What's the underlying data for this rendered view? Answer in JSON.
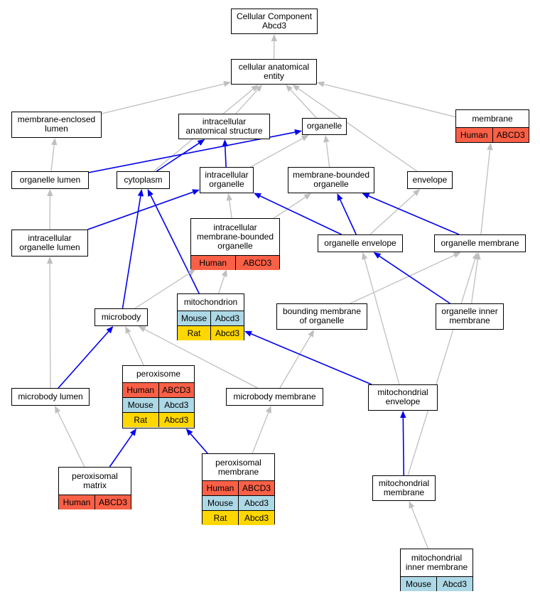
{
  "colors": {
    "human": "#fa6047",
    "mouse": "#add8e6",
    "rat": "#ffd700",
    "is_a_edge": "#bfbfbf",
    "part_of_edge": "#0000ee"
  },
  "nodes": {
    "root": {
      "label": "Cellular Component\nAbcd3"
    },
    "cae": {
      "label": "cellular anatomical\nentity"
    },
    "mel": {
      "label": "membrane-enclosed\nlumen"
    },
    "ias": {
      "label": "intracellular\nanatomical structure"
    },
    "organelle": {
      "label": "organelle"
    },
    "membrane": {
      "label": "membrane",
      "rows": [
        [
          "Human",
          "ABCD3"
        ]
      ]
    },
    "ol": {
      "label": "organelle lumen"
    },
    "cytoplasm": {
      "label": "cytoplasm"
    },
    "io": {
      "label": "intracellular\norganelle"
    },
    "mbo": {
      "label": "membrane-bounded\norganelle"
    },
    "envelope": {
      "label": "envelope"
    },
    "iol": {
      "label": "intracellular\norganelle lumen"
    },
    "imbo": {
      "label": "intracellular\nmembrane-bounded\norganelle",
      "rows": [
        [
          "Human",
          "ABCD3"
        ]
      ]
    },
    "oe": {
      "label": "organelle envelope"
    },
    "om": {
      "label": "organelle membrane"
    },
    "mito": {
      "label": "mitochondrion",
      "rows": [
        [
          "Mouse",
          "Abcd3"
        ],
        [
          "Rat",
          "Abcd3"
        ]
      ]
    },
    "microbody": {
      "label": "microbody"
    },
    "bmo": {
      "label": "bounding membrane\nof organelle"
    },
    "oim": {
      "label": "organelle inner\nmembrane"
    },
    "perox": {
      "label": "peroxisome",
      "rows": [
        [
          "Human",
          "ABCD3"
        ],
        [
          "Mouse",
          "Abcd3"
        ],
        [
          "Rat",
          "Abcd3"
        ]
      ]
    },
    "mbl": {
      "label": "microbody lumen"
    },
    "mbm": {
      "label": "microbody membrane"
    },
    "me": {
      "label": "mitochondrial\nenvelope"
    },
    "pm": {
      "label": "peroxisomal\nmatrix",
      "rows": [
        [
          "Human",
          "ABCD3"
        ]
      ]
    },
    "pmem": {
      "label": "peroxisomal\nmembrane",
      "rows": [
        [
          "Human",
          "ABCD3"
        ],
        [
          "Mouse",
          "Abcd3"
        ],
        [
          "Rat",
          "Abcd3"
        ]
      ]
    },
    "mm": {
      "label": "mitochondrial\nmembrane"
    },
    "mim": {
      "label": "mitochondrial\ninner membrane",
      "rows": [
        [
          "Mouse",
          "Abcd3"
        ]
      ]
    }
  },
  "edges": [
    {
      "from": "cae",
      "to": "root",
      "type": "is_a"
    },
    {
      "from": "mel",
      "to": "cae",
      "type": "is_a"
    },
    {
      "from": "ias",
      "to": "cae",
      "type": "is_a"
    },
    {
      "from": "organelle",
      "to": "cae",
      "type": "is_a"
    },
    {
      "from": "membrane",
      "to": "cae",
      "type": "is_a"
    },
    {
      "from": "envelope",
      "to": "cae",
      "type": "is_a"
    },
    {
      "from": "cytoplasm",
      "to": "cae",
      "type": "is_a"
    },
    {
      "from": "ol",
      "to": "mel",
      "type": "is_a"
    },
    {
      "from": "ol",
      "to": "organelle",
      "type": "part_of"
    },
    {
      "from": "cytoplasm",
      "to": "ias",
      "type": "part_of"
    },
    {
      "from": "io",
      "to": "ias",
      "type": "part_of"
    },
    {
      "from": "io",
      "to": "organelle",
      "type": "is_a"
    },
    {
      "from": "mbo",
      "to": "organelle",
      "type": "is_a"
    },
    {
      "from": "iol",
      "to": "ol",
      "type": "is_a"
    },
    {
      "from": "iol",
      "to": "io",
      "type": "part_of"
    },
    {
      "from": "imbo",
      "to": "io",
      "type": "is_a"
    },
    {
      "from": "imbo",
      "to": "mbo",
      "type": "is_a"
    },
    {
      "from": "oe",
      "to": "io",
      "type": "part_of"
    },
    {
      "from": "oe",
      "to": "mbo",
      "type": "part_of"
    },
    {
      "from": "oe",
      "to": "envelope",
      "type": "is_a"
    },
    {
      "from": "om",
      "to": "mbo",
      "type": "part_of"
    },
    {
      "from": "om",
      "to": "membrane",
      "type": "is_a"
    },
    {
      "from": "mito",
      "to": "cytoplasm",
      "type": "part_of"
    },
    {
      "from": "mito",
      "to": "imbo",
      "type": "is_a"
    },
    {
      "from": "microbody",
      "to": "cytoplasm",
      "type": "part_of"
    },
    {
      "from": "microbody",
      "to": "imbo",
      "type": "is_a"
    },
    {
      "from": "bmo",
      "to": "om",
      "type": "is_a"
    },
    {
      "from": "oim",
      "to": "om",
      "type": "is_a"
    },
    {
      "from": "oim",
      "to": "oe",
      "type": "part_of"
    },
    {
      "from": "perox",
      "to": "microbody",
      "type": "is_a"
    },
    {
      "from": "mbl",
      "to": "iol",
      "type": "is_a"
    },
    {
      "from": "mbl",
      "to": "microbody",
      "type": "part_of"
    },
    {
      "from": "mbm",
      "to": "bmo",
      "type": "is_a"
    },
    {
      "from": "mbm",
      "to": "microbody",
      "type": "is_a"
    },
    {
      "from": "me",
      "to": "oe",
      "type": "is_a"
    },
    {
      "from": "me",
      "to": "mito",
      "type": "part_of"
    },
    {
      "from": "pm",
      "to": "mbl",
      "type": "is_a"
    },
    {
      "from": "pm",
      "to": "perox",
      "type": "part_of"
    },
    {
      "from": "pmem",
      "to": "mbm",
      "type": "is_a"
    },
    {
      "from": "pmem",
      "to": "perox",
      "type": "part_of"
    },
    {
      "from": "mm",
      "to": "me",
      "type": "part_of"
    },
    {
      "from": "mm",
      "to": "om",
      "type": "is_a"
    },
    {
      "from": "mim",
      "to": "mm",
      "type": "is_a"
    }
  ]
}
